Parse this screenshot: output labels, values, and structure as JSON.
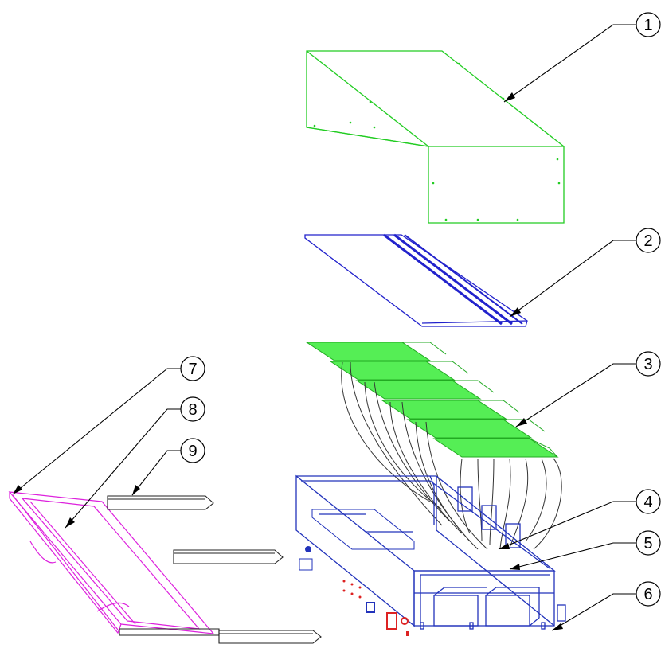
{
  "callouts": [
    {
      "label": "1"
    },
    {
      "label": "2"
    },
    {
      "label": "3"
    },
    {
      "label": "4"
    },
    {
      "label": "5"
    },
    {
      "label": "6"
    },
    {
      "label": "7"
    },
    {
      "label": "8"
    },
    {
      "label": "9"
    }
  ],
  "colors": {
    "cover": "#22cc22",
    "plate": "#2222cc",
    "boards": "#22dd22",
    "chassis": "#2222bb",
    "frame": "#dd22dd",
    "rails": "#222222",
    "cables": "#222222",
    "callout_line": "#000000",
    "panel_accent": "#dd2222"
  }
}
